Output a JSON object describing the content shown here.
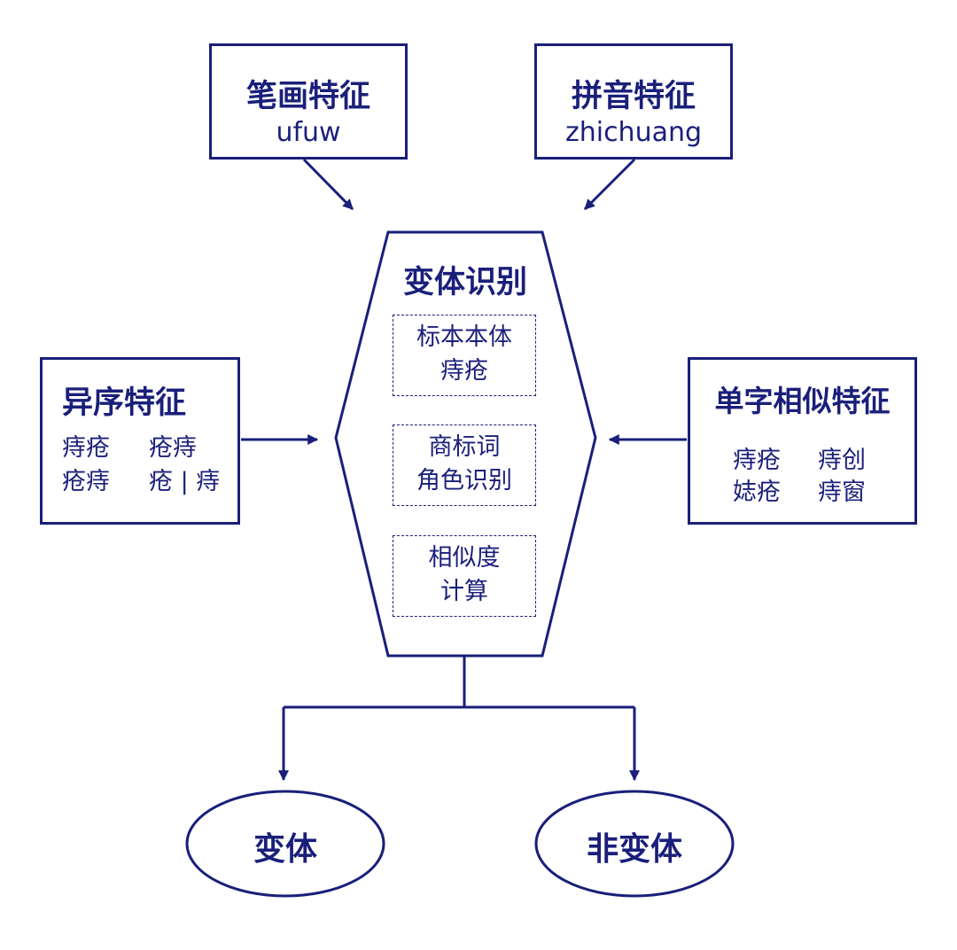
{
  "colors": {
    "primary": "#1a1f7a",
    "background": "#ffffff"
  },
  "stroke_box": {
    "title": "笔画特征",
    "code": "ufuw"
  },
  "pinyin_box": {
    "title": "拼音特征",
    "code": "zhichuang"
  },
  "order_box": {
    "title": "异序特征",
    "rows": [
      [
        "痔疮",
        "疮痔"
      ],
      [
        "疮痔",
        "疮 | 痔"
      ]
    ]
  },
  "similar_box": {
    "title": "单字相似特征",
    "rows": [
      [
        "痔疮",
        "痔创"
      ],
      [
        "娡疮",
        "痔窗"
      ]
    ]
  },
  "center": {
    "title": "变体识别",
    "modules": [
      {
        "line1": "标本本体",
        "line2": "痔疮"
      },
      {
        "line1": "商标词",
        "line2": "角色识别"
      },
      {
        "line1": "相似度",
        "line2": "计算"
      }
    ]
  },
  "outcomes": {
    "variant": "变体",
    "non_variant": "非变体"
  }
}
